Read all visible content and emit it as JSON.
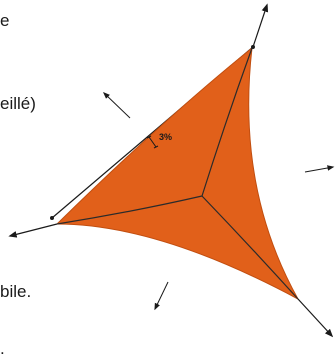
{
  "text_fragments": [
    "e",
    "eillé)",
    "bile.",
    "."
  ],
  "diagram": {
    "sag_label": "3%",
    "colors": {
      "sail_fill": "#e1601a",
      "seam": "#2b2b2b",
      "ink": "#1a1a1a"
    },
    "arrow_icon": "tension-arrow-icon"
  }
}
